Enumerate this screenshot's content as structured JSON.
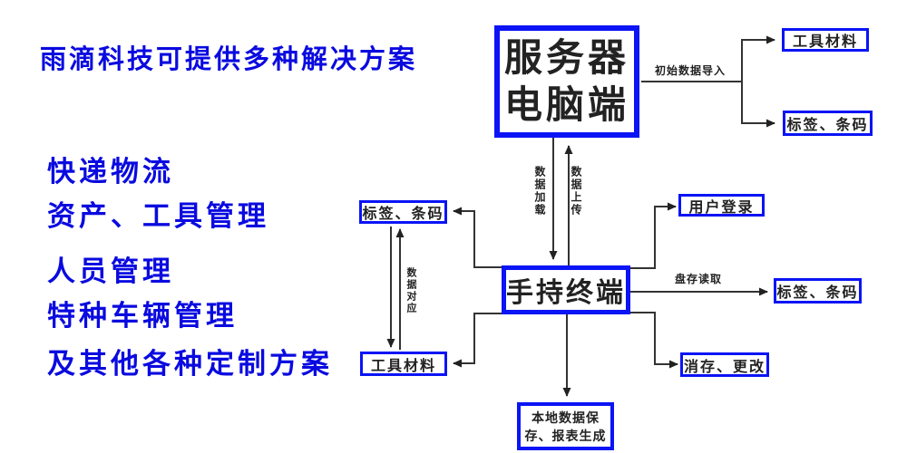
{
  "header": {
    "title": "雨滴科技可提供多种解决方案"
  },
  "solutions": [
    "快递物流",
    "资产、工具管理",
    "人员管理",
    "特种车辆管理",
    "及其他各种定制方案"
  ],
  "nodes": {
    "server": {
      "line1": "服务器",
      "line2": "电脑端"
    },
    "tool_top": "工具材料",
    "barcode_top": "标签、条码",
    "handheld": "手持终端",
    "user_login": "用户登录",
    "barcode_right": "标签、条码",
    "revise": "消存、更改",
    "local_save": {
      "line1": "本地数据保",
      "line2": "存、报表生成"
    },
    "barcode_left": "标签、条码",
    "tool_left": "工具材料"
  },
  "edge_labels": {
    "initial_import": "初始数据导入",
    "data_load": "数据加载",
    "data_upload": "数据上传",
    "inventory_read": "盘存读取",
    "data_mapping": "数据对应"
  },
  "colors": {
    "headline_blue": "#0a0ae0",
    "box_border_blue": "#0a14f5",
    "box_text": "#222222",
    "line_color": "#333333"
  }
}
